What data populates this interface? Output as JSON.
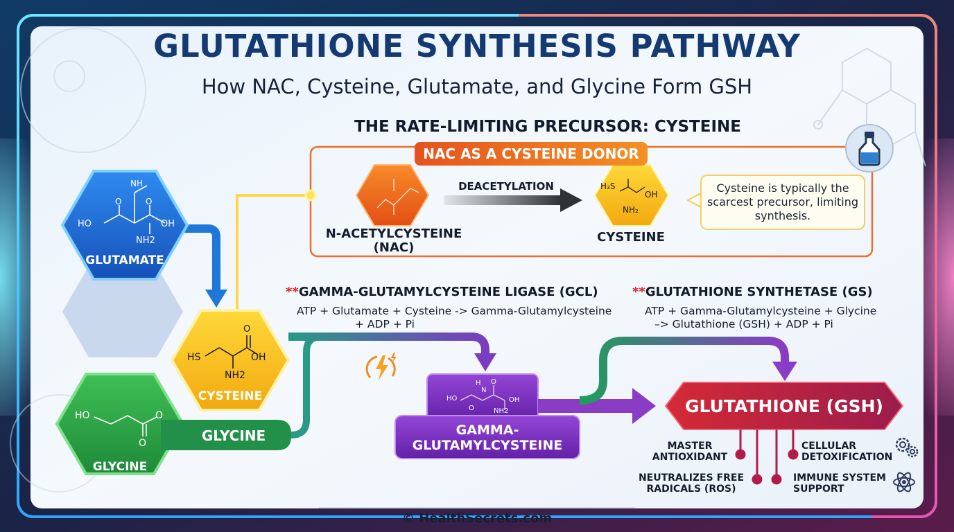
{
  "header": {
    "title": "GLUTATHIONE SYNTHESIS PATHWAY",
    "subtitle": "How NAC, Cysteine, Glutamate, and Glycine Form GSH"
  },
  "precursor_section": {
    "heading": "THE RATE-LIMITING PRECURSOR: CYSTEINE",
    "tag": "NAC AS A CYSTEINE DONOR",
    "nac_label": "N-ACETYLCYSTEINE\n(NAC)",
    "process_label": "DEACETYLATION",
    "product_label": "CYSTEINE",
    "callout": "Cysteine is typically the scarcest precursor, limiting synthesis."
  },
  "amino_acids": {
    "glutamate": {
      "label": "GLUTAMATE",
      "atoms": [
        "NH",
        "HO",
        "O",
        "O",
        "OH",
        "NH2"
      ]
    },
    "cysteine": {
      "label": "CYSTEINE",
      "atoms": [
        "HS",
        "O",
        "OH",
        "NH2"
      ]
    },
    "glycine": {
      "label": "GLYCINE",
      "atoms": [
        "HO",
        "O",
        "O"
      ],
      "bar_label": "GLYCINE"
    }
  },
  "enzymes": {
    "gcl": {
      "prefix": "**",
      "name": "GAMMA-GLUTAMYLCYSTEINE LIGASE (GCL)",
      "equation_line1": "ATP + Glutamate + Cysteine -> Gamma-Glutamylcysteine",
      "equation_line2": "+ ADP + Pi"
    },
    "gs": {
      "prefix": "**",
      "name": "GLUTATHIONE SYNTHETASE (GS)",
      "equation_line1": "ATP + Gamma-Glutamylcysteine + Glycine",
      "equation_line2": "–> Glutathione (GSH) + ADP + Pi"
    }
  },
  "intermediate": {
    "label": "GAMMA-\nGLUTAMYLCYSTEINE",
    "atoms": [
      "HO",
      "O",
      "H",
      "N",
      "O",
      "OH",
      "NH2"
    ]
  },
  "product": {
    "label": "GLUTATHIONE (GSH)",
    "benefits": [
      "MASTER\nANTIOXIDANT",
      "CELLULAR\nDETOXIFICATION",
      "NEUTRALIZES FREE\nRADICALS (ROS)",
      "IMMUNE SYSTEM\nSUPPORT"
    ]
  },
  "footer": "© HealthSecrets.com",
  "icons": [
    "bottle-icon",
    "lightning-icon",
    "gear-icon",
    "atom-icon"
  ],
  "colors": {
    "title": "#153a72",
    "glutamate": "#1f74d6",
    "cysteine": "#f7c21b",
    "glycine": "#2aa64a",
    "nac": "#ef6a1e",
    "gamma": "#7a2ec0",
    "gsh": "#c8203a",
    "neon_left": "#3fd6ff",
    "neon_right": "#ff5aa0"
  }
}
